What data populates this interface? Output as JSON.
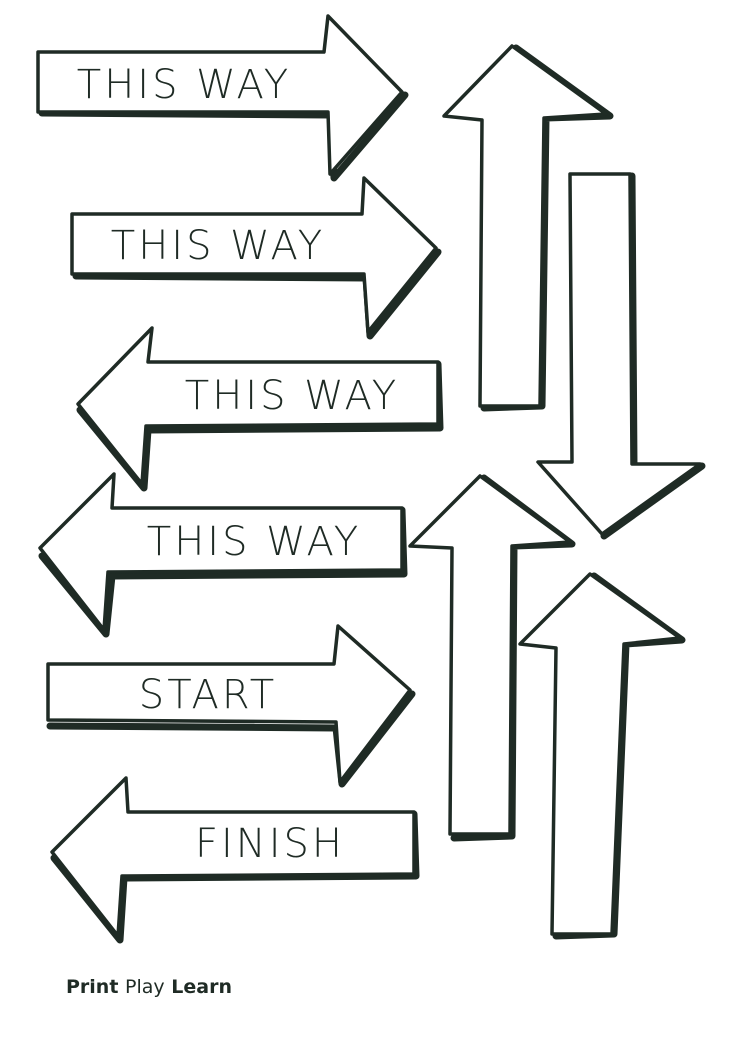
{
  "arrows": [
    {
      "label": "THIS WAY"
    },
    {
      "label": "THIS WAY"
    },
    {
      "label": "THIS WAY"
    },
    {
      "label": "THIS WAY"
    },
    {
      "label": "START"
    },
    {
      "label": "FINISH"
    }
  ],
  "brand": {
    "part1": "Print",
    "part2": "Play",
    "part3": "Learn",
    "ink_color": "#1f2b25",
    "play_color": "#1f2b25"
  }
}
